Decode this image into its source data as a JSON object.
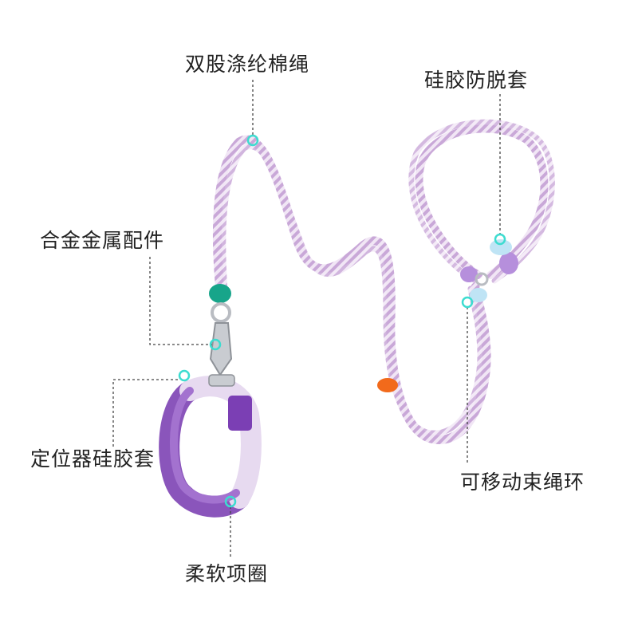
{
  "labels": {
    "rope": "双股涤纶棉绳",
    "anti_slip_sleeve": "硅胶防脱套",
    "alloy_fittings": "合金金属配件",
    "locator_sleeve": "定位器硅胶套",
    "movable_ring": "可移动束绳环",
    "soft_collar": "柔软项圈"
  },
  "colors": {
    "rope": "#c9a8d8",
    "rope_pattern": "#f1e6f5",
    "collar": "#8a55bb",
    "collar_lining": "#a372cf",
    "buckle": "#7b3fb4",
    "metal": "#b9bcc2",
    "bead_green": "#17a58a",
    "bead_orange": "#f26a1b",
    "bead_blue": "#bfe4f5",
    "bead_purple": "#b68fdc",
    "marker": "#3ddcd0",
    "leader_line": "#444444"
  }
}
